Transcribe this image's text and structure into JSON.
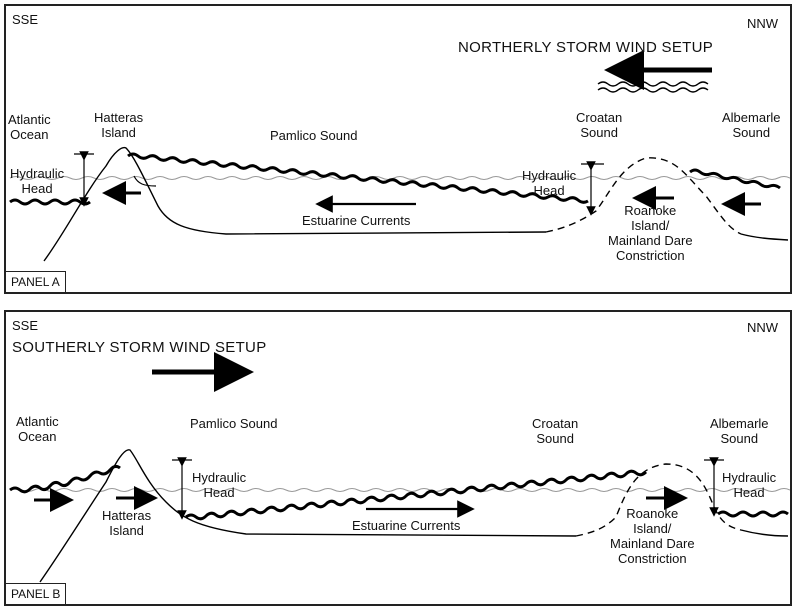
{
  "panels": [
    {
      "tag": "PANEL A",
      "left_dir": "SSE",
      "right_dir": "NNW",
      "wind_title": "NORTHERLY  STORM WIND SETUP",
      "atlantic": "Atlantic\nOcean",
      "hatteras": "Hatteras\nIsland",
      "pamlico": "Pamlico Sound",
      "croatan": "Croatan\nSound",
      "albemarle": "Albemarle\nSound",
      "head_left": "Hydraulic\nHead",
      "head_right": "Hydraulic\nHead",
      "currents": "Estuarine Currents",
      "roanoke": "Roanoke\nIsland/\nMainland Dare\nConstriction"
    },
    {
      "tag": "PANEL B",
      "left_dir": "SSE",
      "right_dir": "NNW",
      "wind_title": "SOUTHERLY  STORM WIND SETUP",
      "atlantic": "Atlantic\nOcean",
      "hatteras": "Hatteras\nIsland",
      "pamlico": "Pamlico Sound",
      "croatan": "Croatan\nSound",
      "albemarle": "Albemarle\nSound",
      "head_left": "Hydraulic\nHead",
      "head_right": "Hydraulic\nHead",
      "currents": "Estuarine Currents",
      "roanoke": "Roanoke\nIsland/\nMainland Dare\nConstriction"
    }
  ]
}
